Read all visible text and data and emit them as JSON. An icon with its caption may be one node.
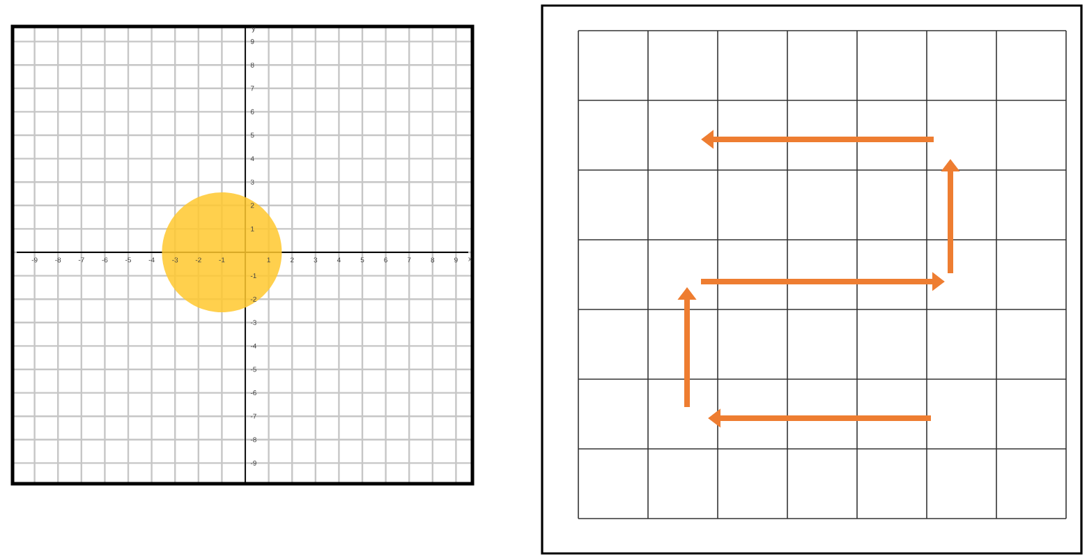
{
  "diagram": {
    "labels": [
      "y",
      "9",
      "8",
      "7",
      "6",
      "5",
      "4",
      "3",
      "2",
      "1",
      "-9",
      "-8",
      "-7",
      "-6",
      "-5",
      "-4",
      "-3",
      "-2",
      "-1",
      "1",
      "2",
      "3",
      "4",
      "5",
      "6",
      "7",
      "8",
      "9",
      "x",
      "-1",
      "-2",
      "-3",
      "-4",
      "-5",
      "-6",
      "-7",
      "-8",
      "-9"
    ]
  }
}
